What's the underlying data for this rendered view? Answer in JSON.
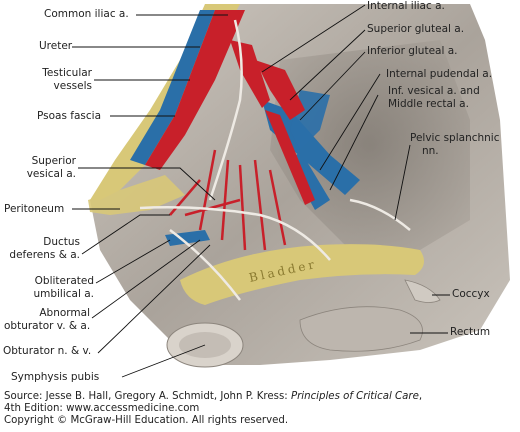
{
  "labels_left": {
    "common_iliac": "Common iliac a.",
    "ureter": "Ureter",
    "testicular_1": "Testicular",
    "testicular_2": "vessels",
    "psoas_fascia": "Psoas fascia",
    "superior_vesical_1": "Superior",
    "superior_vesical_2": "vesical a.",
    "peritoneum": "Peritoneum",
    "ductus_1": "Ductus",
    "ductus_2": "deferens & a.",
    "obliterated_1": "Obliterated",
    "obliterated_2": "umbilical a.",
    "abnormal_1": "Abnormal",
    "abnormal_2": "obturator v. & a.",
    "obturator": "Obturator n. & v.",
    "symphysis": "Symphysis pubis"
  },
  "labels_right": {
    "internal_iliac": "Internal iliac a.",
    "superior_gluteal": "Superior gluteal a.",
    "inferior_gluteal": "Inferior gluteal a.",
    "internal_pudendal": "Internal pudendal a.",
    "inf_vesical_1": "Inf. vesical a. and",
    "inf_vesical_2": "Middle rectal a.",
    "pelvic_splanchnic_1": "Pelvic splanchnic",
    "pelvic_splanchnic_2": "nn.",
    "coccyx": "Coccyx",
    "rectum": "Rectum"
  },
  "inline_labels": {
    "bladder": "Bladder"
  },
  "credit": {
    "line1_prefix": "Source: Jesse B. Hall, Gregory A. Schmidt, John P. Kress: ",
    "line1_book": "Principles of Critical Care",
    "line1_suffix": ",",
    "line2": "4th Edition: www.accessmedicine.com",
    "line3": "Copyright © McGraw-Hill Education. All rights reserved."
  },
  "colors": {
    "artery": "#c8202a",
    "vein": "#2a6fa8",
    "fascia": "#d8c878",
    "tissue": "#b8b2aa",
    "leader": "#111111"
  }
}
